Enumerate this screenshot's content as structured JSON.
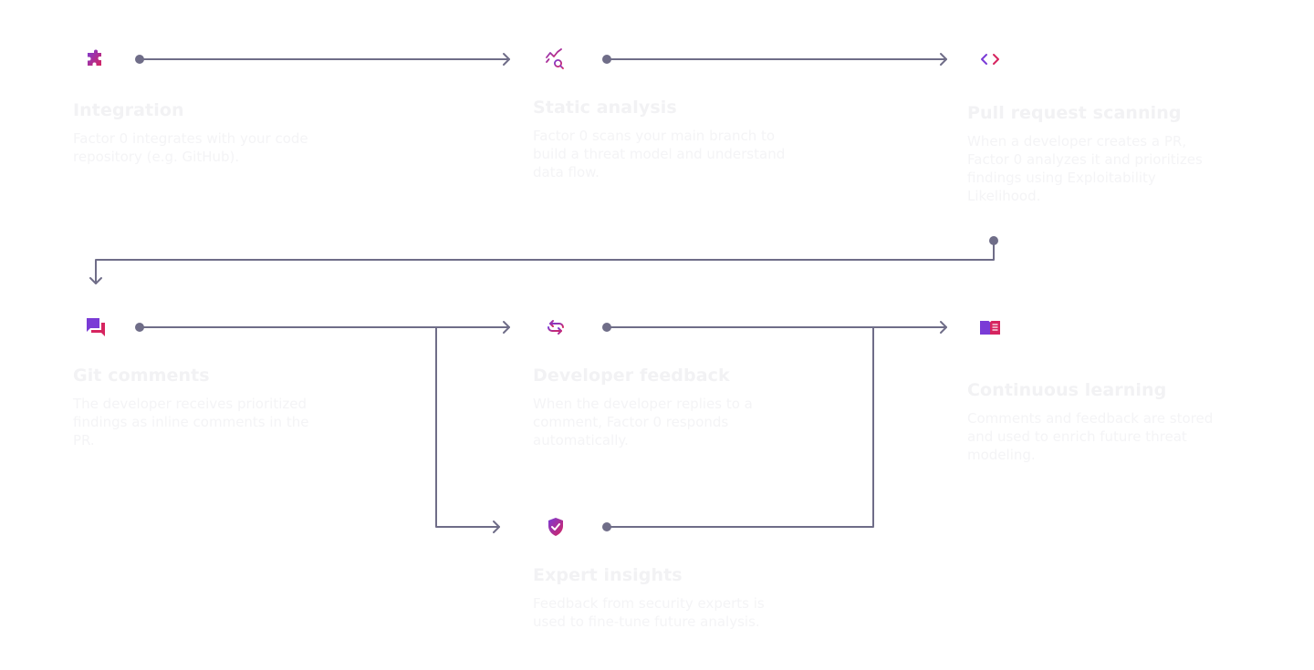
{
  "colors": {
    "line": "#6f6d88",
    "icon_start": "#7a3bd6",
    "icon_end": "#d6245f",
    "title": "#f2f2f4",
    "description": "#f4f4f6"
  },
  "steps": [
    {
      "id": "integration",
      "icon": "puzzle-icon",
      "title": "Integration",
      "description": "Factor 0 integrates with your code repository (e.g. GitHub)."
    },
    {
      "id": "static-analysis",
      "icon": "chart-search-icon",
      "title": "Static analysis",
      "description": "Factor 0 scans your main branch to build a threat model and understand data flow."
    },
    {
      "id": "pull-request-scanning",
      "icon": "code-icon",
      "title": "Pull request scanning",
      "description": "When a developer creates a PR, Factor 0 analyzes it and prioritizes findings using Exploitability Likelihood."
    },
    {
      "id": "git-comments",
      "icon": "comments-icon",
      "title": "Git comments",
      "description": "The developer receives prioritized findings as inline comments in the PR."
    },
    {
      "id": "developer-feedback",
      "icon": "refresh-icon",
      "title": "Developer feedback",
      "description": "When the developer replies to a comment, Factor 0 responds automatically."
    },
    {
      "id": "continuous-learning",
      "icon": "book-icon",
      "title": "Continuous learning",
      "description": "Comments and feedback are stored and used to enrich future threat modeling."
    },
    {
      "id": "expert-insights",
      "icon": "shield-check-icon",
      "title": "Expert insights",
      "description": "Feedback from security experts is used to fine-tune future analysis."
    }
  ]
}
